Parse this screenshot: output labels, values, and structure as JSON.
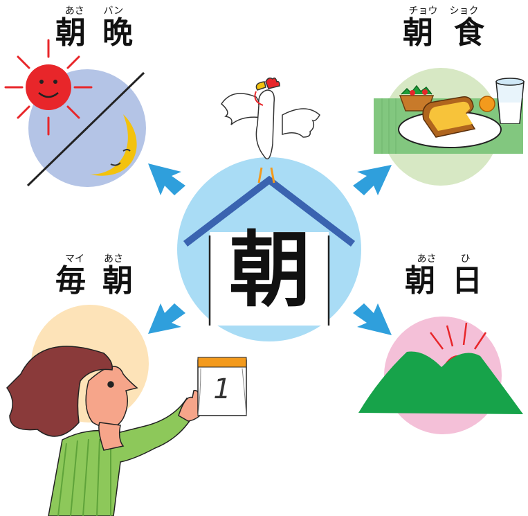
{
  "center": {
    "kanji": "朝"
  },
  "words": {
    "asaban": {
      "ruby": [
        "あさ",
        "バン"
      ],
      "kanji": [
        "朝",
        "晩"
      ]
    },
    "choushoku": {
      "ruby": [
        "チョウ",
        "ショク"
      ],
      "kanji": [
        "朝",
        "食"
      ]
    },
    "maiasa": {
      "ruby": [
        "マイ",
        "あさ"
      ],
      "kanji": [
        "毎",
        "朝"
      ]
    },
    "asahi": {
      "ruby": [
        "あさ",
        "ひ"
      ],
      "kanji": [
        "朝",
        "日"
      ]
    }
  },
  "calendar": {
    "day": "1"
  },
  "colors": {
    "arrow": "#2f9fdc",
    "house_circle": "#a9dcf5",
    "roof": "#3a63b0",
    "night_circle": "#b4c4e6",
    "sun": "#e8262a",
    "moon": "#f3c20d",
    "breakfast_circle": "#d7e8c4",
    "mat": "#82c77f",
    "sunrise_circle": "#f4c0d8",
    "mountain": "#17a34a",
    "maiasa_circle": "#fde3b8",
    "shirt": "#8dc85a",
    "hair": "#8a3a3a",
    "skin": "#f6a58a",
    "calendar_top": "#f39a1d"
  }
}
